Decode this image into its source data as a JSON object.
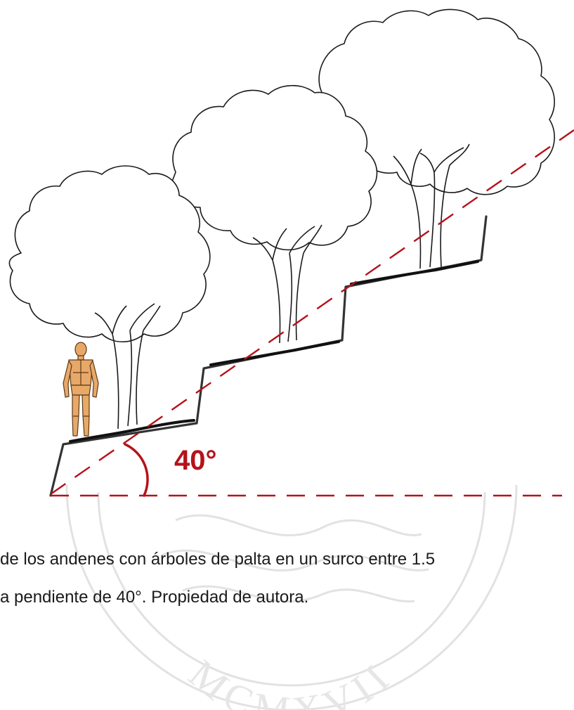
{
  "figure": {
    "angle_label": "40°",
    "colors": {
      "accent": "#b5121b",
      "line": "#1a1a1a",
      "watermark": "#dcdcdc",
      "figure_skin": "#e8a868"
    },
    "icons": [
      "tree-icon",
      "human-figure-icon",
      "university-seal-watermark"
    ]
  },
  "caption": {
    "line1": "de los andenes con árboles de palta en un surco entre 1.5",
    "line2": "a pendiente de 40°. Propiedad de autora."
  },
  "watermark": {
    "text": "MCMXVII"
  }
}
